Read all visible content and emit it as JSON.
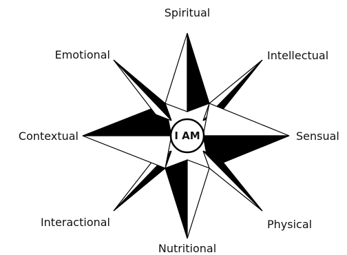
{
  "diagram": {
    "center_label": "I AM",
    "points": [
      {
        "id": "spiritual",
        "label": "Spiritual"
      },
      {
        "id": "intellectual",
        "label": "Intellectual"
      },
      {
        "id": "sensual",
        "label": "Sensual"
      },
      {
        "id": "physical",
        "label": "Physical"
      },
      {
        "id": "nutritional",
        "label": "Nutritional"
      },
      {
        "id": "interactional",
        "label": "Interactional"
      },
      {
        "id": "contextual",
        "label": "Contextual"
      },
      {
        "id": "emotional",
        "label": "Emotional"
      }
    ],
    "colors": {
      "ink": "#000000",
      "paper": "#ffffff"
    }
  }
}
